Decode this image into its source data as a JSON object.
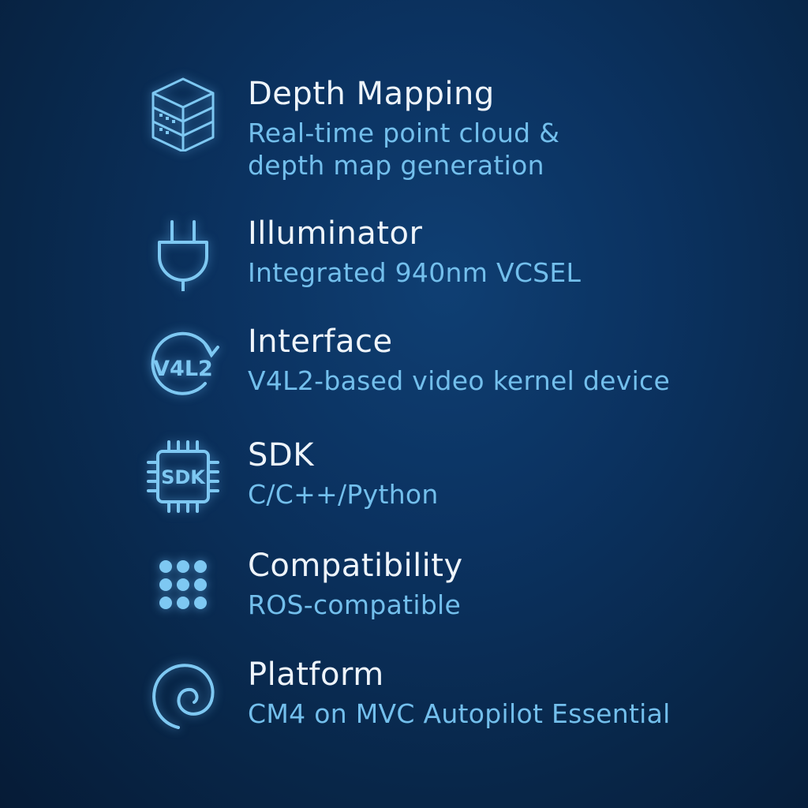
{
  "colors": {
    "background": "#082648",
    "title": "#eef4fa",
    "description": "#73bfec",
    "icon": "#7ec8f2"
  },
  "features": [
    {
      "icon": "cube-layers-icon",
      "title": "Depth Mapping",
      "description_lines": [
        "Real-time point cloud &",
        "depth map generation"
      ]
    },
    {
      "icon": "plug-icon",
      "title": "Illuminator",
      "description_lines": [
        "Integrated 940nm VCSEL"
      ]
    },
    {
      "icon": "v4l2-icon",
      "icon_text": "V4L2",
      "title": "Interface",
      "description_lines": [
        "V4L2-based video kernel device"
      ]
    },
    {
      "icon": "sdk-chip-icon",
      "icon_text": "SDK",
      "title": "SDK",
      "description_lines": [
        "C/C++/Python"
      ]
    },
    {
      "icon": "dot-grid-icon",
      "title": "Compatibility",
      "description_lines": [
        "ROS-compatible"
      ]
    },
    {
      "icon": "debian-swirl-icon",
      "title": "Platform",
      "description_lines": [
        "CM4 on MVC Autopilot Essential"
      ]
    }
  ]
}
